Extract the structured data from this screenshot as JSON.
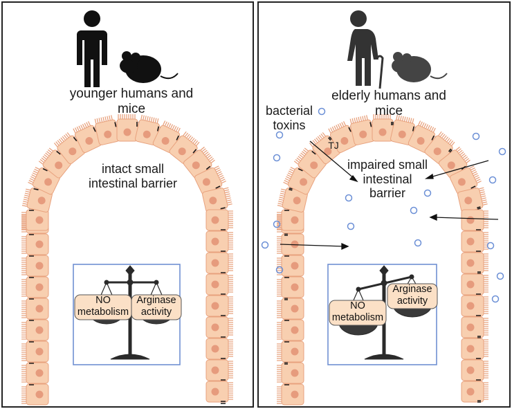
{
  "left_panel": {
    "subject_label": "younger humans and mice",
    "barrier_label": "intact small intestinal barrier",
    "balance": {
      "left_pan": "NO metabolism",
      "right_pan": "Arginase activity"
    }
  },
  "right_panel": {
    "subject_label": "elderly humans and mice",
    "barrier_label": "impaired small intestinal barrier",
    "toxins_label": "bacterial toxins",
    "junction_label": "TJ",
    "balance": {
      "left_pan": "NO metabolism",
      "right_pan": "Arginase activity"
    }
  },
  "colors": {
    "cell_fill": "#f8cfb0",
    "cell_border": "#e8a27e",
    "nucleus": "#e69b7d",
    "junction": "#1a1a1a",
    "toxin_dot": "#6b8fd6",
    "balance_frame": "#6f8fd2",
    "pan_fill": "#fbe0c6"
  }
}
